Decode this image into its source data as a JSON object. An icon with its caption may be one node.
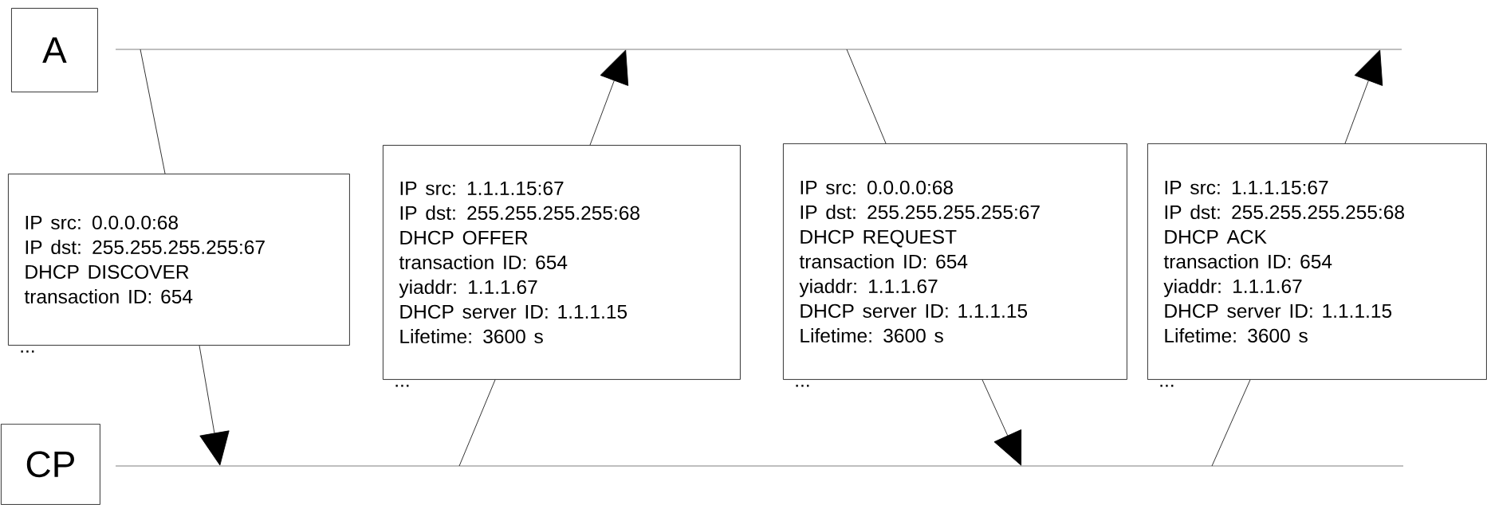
{
  "diagram": {
    "nodes": [
      {
        "text": [
          "A"
        ]
      },
      {
        "text": [],
        "shape": "line"
      },
      {
        "text": [
          "IP src: 0.0.0.0:68",
          "IP dst: 255.255.255.255:67",
          "DHCP DISCOVER",
          "transaction ID: 654"
        ],
        "beside": [
          "..."
        ]
      },
      {
        "text": [
          "IP src: 1.1.1.15:67",
          "IP dst: 255.255.255.255:68",
          "DHCP OFFER",
          "transaction ID: 654",
          "yiaddr: 1.1.1.67",
          "DHCP server ID: 1.1.1.15",
          "Lifetime: 3600 s"
        ],
        "beside": [
          "..."
        ]
      },
      {
        "text": [
          "IP src: 0.0.0.0:68",
          "IP dst: 255.255.255.255:67",
          "DHCP REQUEST",
          "transaction ID: 654",
          "yiaddr: 1.1.1.67",
          "DHCP server ID: 1.1.1.15",
          "Lifetime: 3600 s"
        ],
        "beside": [
          "..."
        ]
      },
      {
        "text": [
          "IP src: 1.1.1.15:67",
          "IP dst: 255.255.255.255:68",
          "DHCP ACK",
          "transaction ID: 654",
          "yiaddr: 1.1.1.67",
          "DHCP server ID: 1.1.1.15",
          "Lifetime: 3600 s"
        ],
        "beside": [
          "..."
        ]
      },
      {
        "text": [
          "CP"
        ]
      },
      {
        "text": [],
        "shape": "line"
      }
    ],
    "edges": [
      {
        "from": 1,
        "to": 2,
        "arrow": "none"
      },
      {
        "from": 2,
        "to": 7,
        "arrow": "to"
      },
      {
        "from": 7,
        "to": 3,
        "arrow": "none"
      },
      {
        "from": 3,
        "to": 1,
        "arrow": "to"
      },
      {
        "from": 1,
        "to": 4,
        "arrow": "none"
      },
      {
        "from": 4,
        "to": 7,
        "arrow": "to"
      },
      {
        "from": 7,
        "to": 5,
        "arrow": "none"
      },
      {
        "from": 5,
        "to": 1,
        "arrow": "to"
      }
    ]
  }
}
